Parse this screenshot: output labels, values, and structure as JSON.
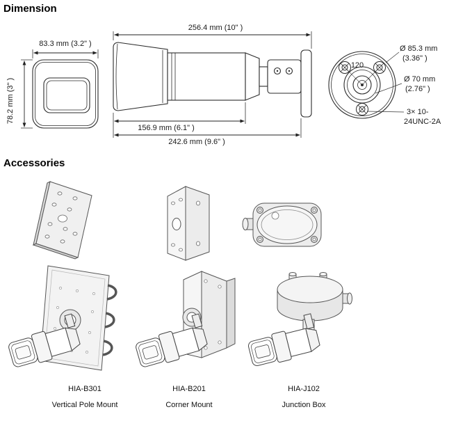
{
  "dimension": {
    "title": "Dimension",
    "front_view": {
      "width": "83.3 mm (3.2\" )",
      "height": "78.2 mm (3\" )"
    },
    "side_view": {
      "total_length": "256.4 mm (10\" )",
      "body_length": "156.9 mm (6.1\" )",
      "length_with_bracket": "242.6 mm (9.6\" )"
    },
    "rear_view": {
      "outer_diameter": [
        "Ø 85.3 mm",
        "(3.36\" )"
      ],
      "inner_diameter": [
        "Ø 70 mm",
        "(2.76\" )"
      ],
      "thread": [
        "3× 10-",
        "24UNC-2A"
      ],
      "angle": "120"
    }
  },
  "accessories": {
    "title": "Accessories",
    "items": [
      {
        "model": "HIA-B301",
        "name": "Vertical Pole Mount"
      },
      {
        "model": "HIA-B201",
        "name": "Corner Mount"
      },
      {
        "model": "HIA-J102",
        "name": "Junction Box"
      }
    ]
  }
}
